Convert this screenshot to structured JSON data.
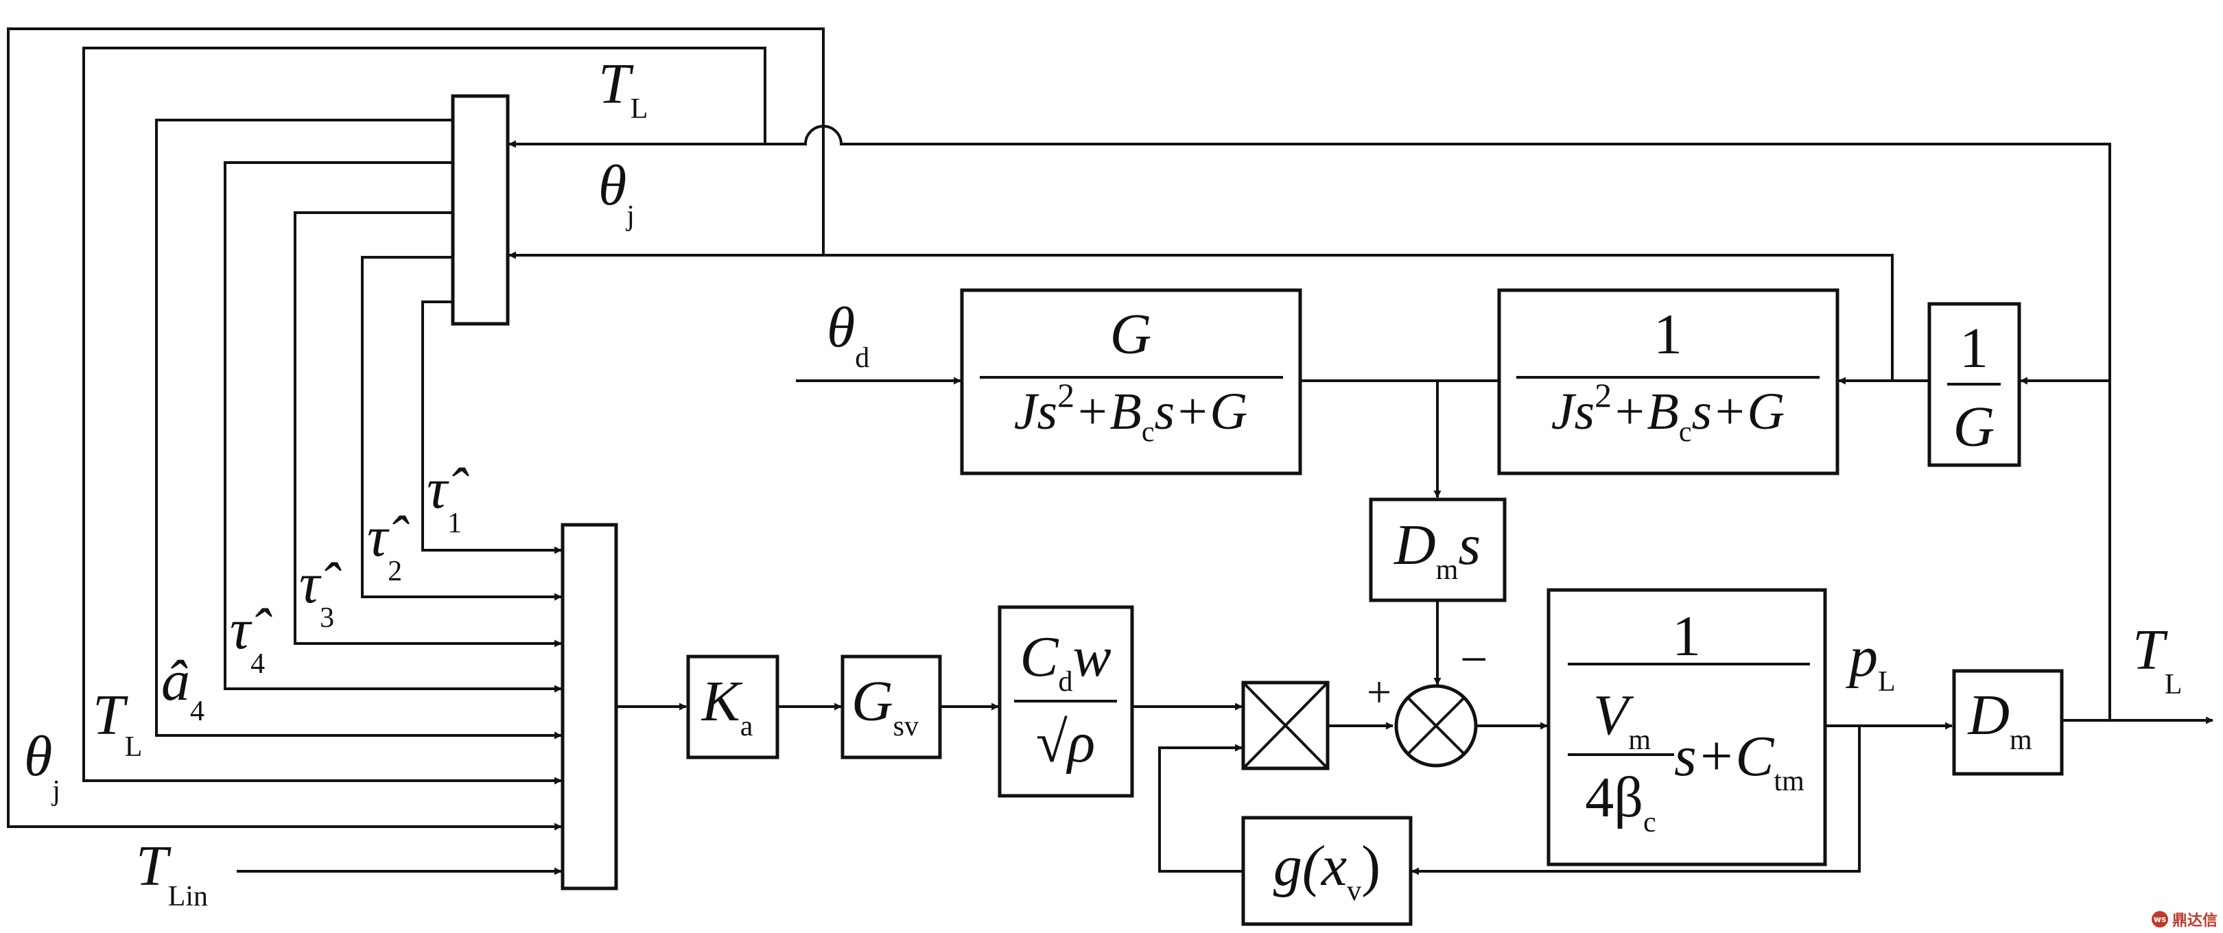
{
  "labels": {
    "tl_top": {
      "main": "T",
      "sub": "L"
    },
    "thetaj_top": {
      "main": "θ",
      "sub": "j"
    },
    "thetad": {
      "main": "θ",
      "sub": "d"
    },
    "tau1": {
      "main": "τ̂",
      "sub": "1"
    },
    "tau2": {
      "main": "τ̂",
      "sub": "2"
    },
    "tau3": {
      "main": "τ̂",
      "sub": "3"
    },
    "tau4": {
      "main": "τ̂",
      "sub": "4"
    },
    "a4": {
      "main": "â",
      "sub": "4"
    },
    "tl_left": {
      "main": "T",
      "sub": "L"
    },
    "thetaj_left": {
      "main": "θ",
      "sub": "j"
    },
    "tlin": {
      "main": "T",
      "sub": "Lin"
    },
    "pl": {
      "main": "p",
      "sub": "L"
    },
    "tl_out": {
      "main": "T",
      "sub": "L"
    },
    "plus": "+",
    "minus": "−"
  },
  "blocks": {
    "g1": {
      "num": "G",
      "den_a": "Js",
      "den_sup": "2",
      "den_b": "+B",
      "den_sub": "c",
      "den_c": "s+G"
    },
    "g2": {
      "num": "1",
      "den_a": "Js",
      "den_sup": "2",
      "den_b": "+B",
      "den_sub": "c",
      "den_c": "s+G"
    },
    "inv_g": {
      "num": "1",
      "den": "G"
    },
    "dms": {
      "main": "D",
      "sub": "m",
      "tail": "s"
    },
    "plant": {
      "num": "1",
      "v": "V",
      "v_sub": "m",
      "four": "4β",
      "four_sub": "c",
      "rest": "s+C",
      "rest_sub": "tm"
    },
    "dm": {
      "main": "D",
      "sub": "m"
    },
    "ka": {
      "main": "K",
      "sub": "a"
    },
    "gsv": {
      "main": "G",
      "sub": "sv"
    },
    "cdw": {
      "num_a": "C",
      "num_sub": "d",
      "num_b": "w",
      "den": "√ρ"
    },
    "gxv": {
      "pre": "g(x",
      "sub": "v",
      "post": ")"
    }
  },
  "watermark": {
    "text": "鼎达信",
    "mark": "ws"
  }
}
